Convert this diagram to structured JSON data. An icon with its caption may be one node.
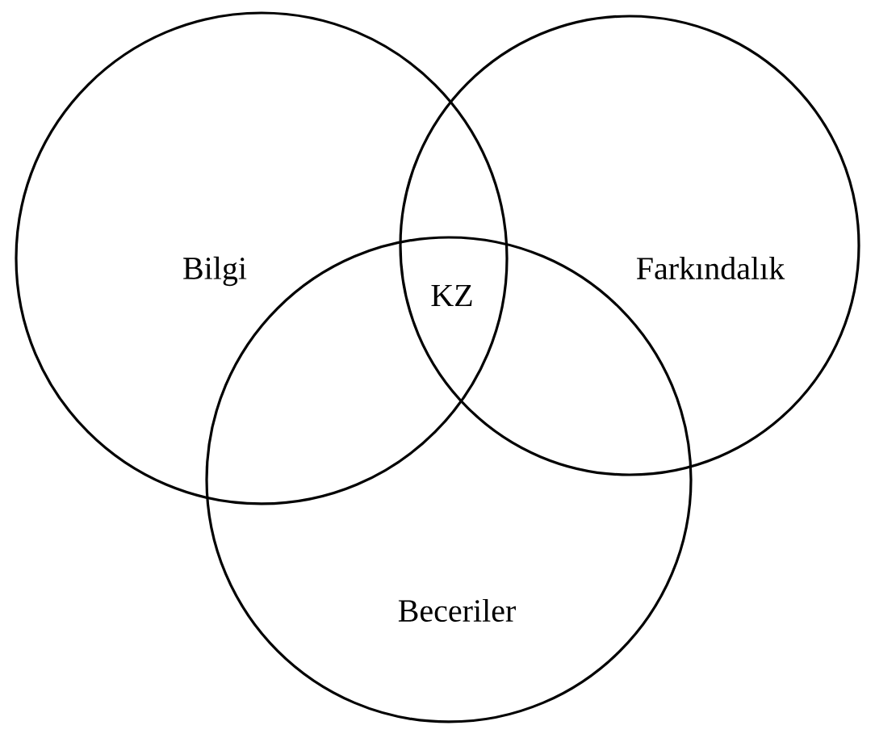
{
  "diagram": {
    "nodes": [
      {
        "text": [
          "Bilgi"
        ]
      },
      {
        "text": [
          "Farkındalık"
        ]
      },
      {
        "text": [
          "Beceriler"
        ]
      }
    ],
    "labels": [
      "KZ"
    ]
  }
}
